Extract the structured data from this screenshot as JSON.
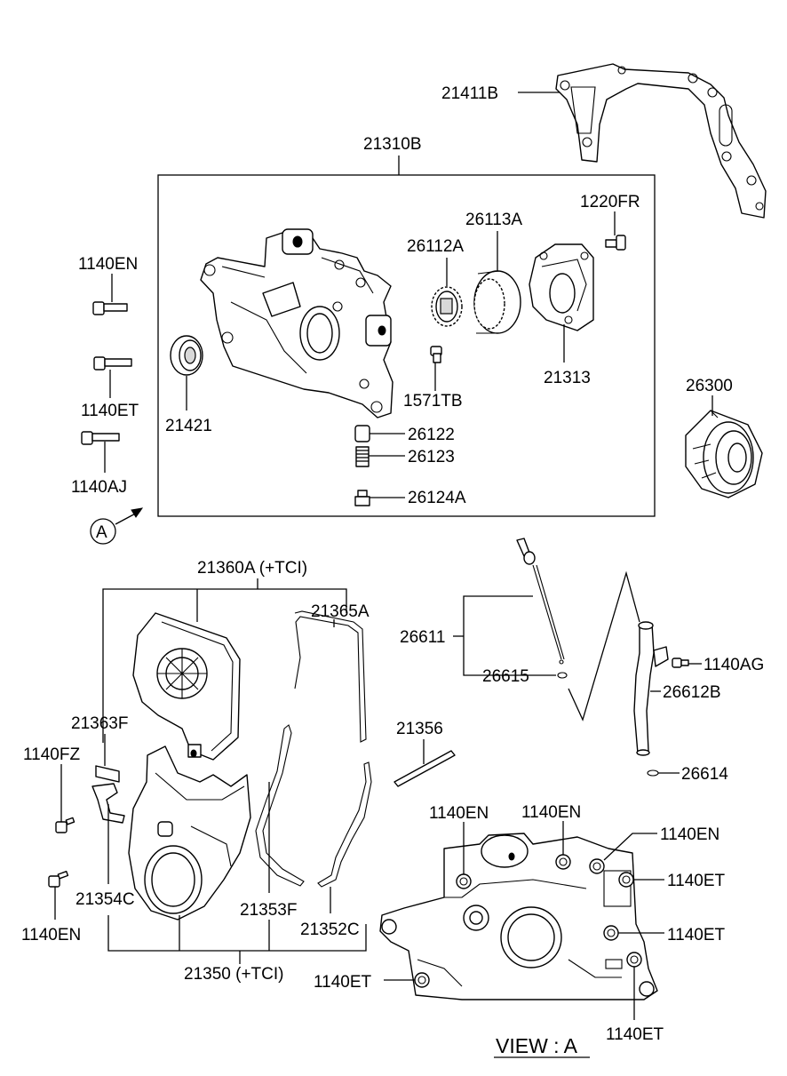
{
  "view_label": "VIEW : A",
  "callout_letter": "A",
  "labels": {
    "p21411B": "21411B",
    "p21310B": "21310B",
    "p1220FR": "1220FR",
    "p26113A": "26113A",
    "p26112A": "26112A",
    "p1140EN_a": "1140EN",
    "p1140ET_a": "1140ET",
    "p1140AJ": "1140AJ",
    "p21421": "21421",
    "p1571TB": "1571TB",
    "p21313": "21313",
    "p26300": "26300",
    "p26122": "26122",
    "p26123": "26123",
    "p26124A": "26124A",
    "p21360A": "21360A (+TCI)",
    "p21365A": "21365A",
    "p26611": "26611",
    "p26615": "26615",
    "p1140AG": "1140AG",
    "p26612B": "26612B",
    "p21363F": "21363F",
    "p21356": "21356",
    "p1140FZ": "1140FZ",
    "p26614": "26614",
    "p1140EN_b": "1140EN",
    "p1140EN_c": "1140EN",
    "p1140EN_d": "1140EN",
    "p1140EN_e": "1140EN",
    "p1140ET_b": "1140ET",
    "p1140ET_c": "1140ET",
    "p1140ET_d": "1140ET",
    "p1140ET_e": "1140ET",
    "p21354C": "21354C",
    "p21353F": "21353F",
    "p21352C": "21352C",
    "p21350": "21350 (+TCI)"
  }
}
